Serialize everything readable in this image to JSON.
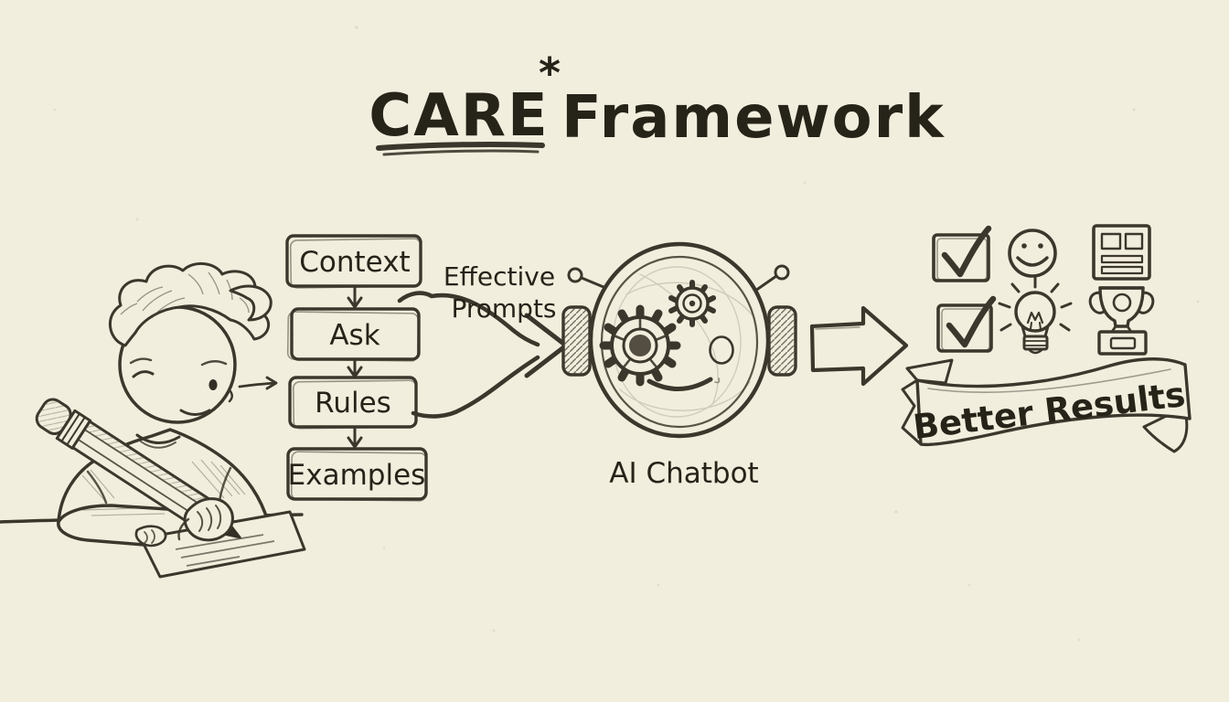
{
  "page": {
    "background_color": "#f2eedd",
    "ink_color": "#3c372c",
    "text_color": "#262319"
  },
  "title": {
    "underlined_word": "CARE",
    "asterisk": "*",
    "rest": "Framework"
  },
  "flowchart": {
    "boxes": [
      {
        "label": "Context"
      },
      {
        "label": "Ask"
      },
      {
        "label": "Rules"
      },
      {
        "label": "Examples"
      }
    ]
  },
  "funnel": {
    "label_line1": "Effective",
    "label_line2": "Prompts"
  },
  "robot": {
    "caption": "AI Chatbot",
    "icons": [
      "antenna-icon",
      "headphone-ear-icon",
      "gear-icon",
      "gear-icon",
      "eye-icon",
      "smile-icon"
    ]
  },
  "results": {
    "icons": [
      "checkbox-checked-icon",
      "smiley-icon",
      "document-icon",
      "checkbox-checked-icon",
      "lightbulb-icon",
      "trophy-icon"
    ],
    "banner_label": "Better Results"
  },
  "scene": {
    "figures": [
      "person-writing-with-pencil",
      "paper-sheet",
      "desk"
    ]
  }
}
